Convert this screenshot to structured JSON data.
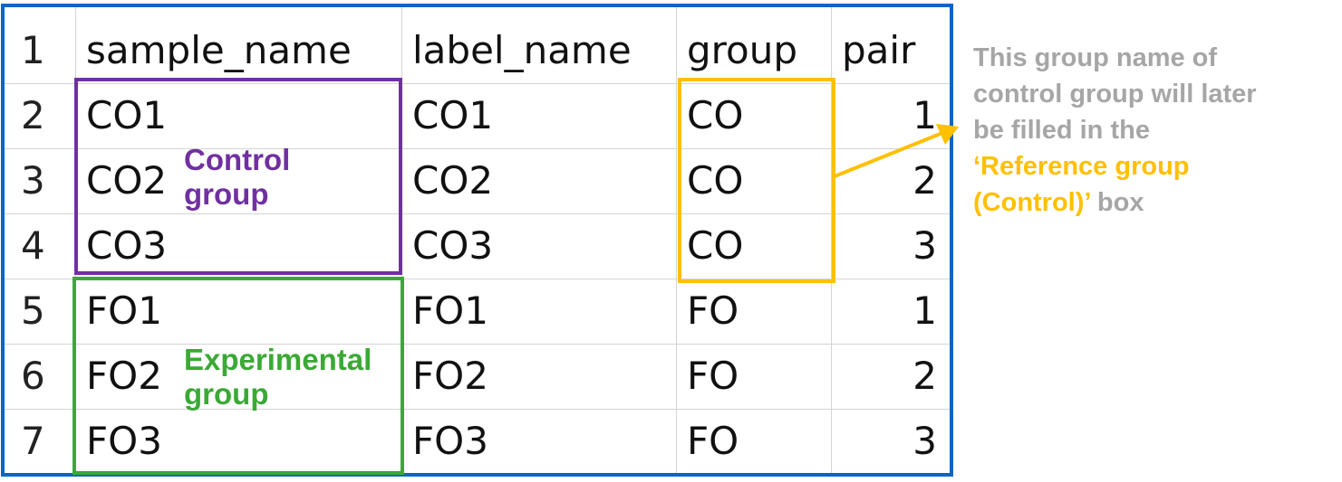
{
  "sheet": {
    "headers": [
      "sample_name",
      "label_name",
      "group",
      "pair"
    ],
    "row_numbers": [
      "1",
      "2",
      "3",
      "4",
      "5",
      "6",
      "7"
    ],
    "rows": [
      [
        "CO1",
        "CO1",
        "CO",
        "1"
      ],
      [
        "CO2",
        "CO2",
        "CO",
        "2"
      ],
      [
        "CO3",
        "CO3",
        "CO",
        "3"
      ],
      [
        "FO1",
        "FO1",
        "FO",
        "1"
      ],
      [
        "FO2",
        "FO2",
        "FO",
        "2"
      ],
      [
        "FO3",
        "FO3",
        "FO",
        "3"
      ]
    ]
  },
  "annotations": {
    "control": {
      "line1": "Control",
      "line2": "group",
      "color": "#7030a0"
    },
    "experimental": {
      "line1": "Experimental",
      "line2": "group",
      "color": "#3aa935"
    },
    "group_box_color": "#ffc000",
    "frame_color": "#0a66c2",
    "note": {
      "line1": "This group name of",
      "line2": "control group will later",
      "line3": "be filled in the",
      "line4": "‘Reference group",
      "line5_highlight": "(Control)’",
      "line5_rest": " box"
    }
  }
}
